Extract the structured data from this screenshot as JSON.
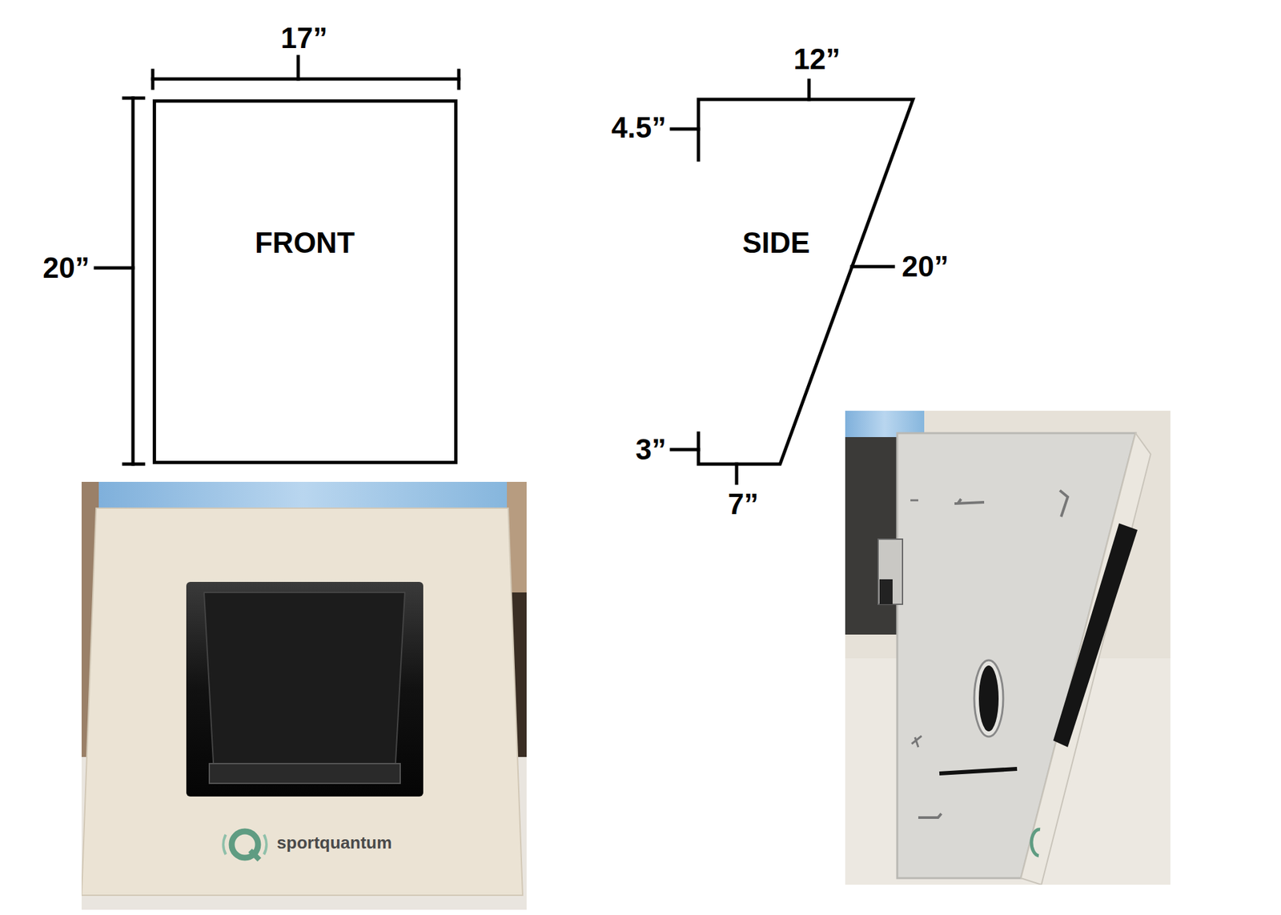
{
  "diagram": {
    "nodes": [
      {
        "text": [
          "FRONT"
        ]
      },
      {
        "text": [
          "SIDE"
        ]
      }
    ],
    "labels": [
      "17”",
      "20”",
      "12”",
      "4.5”",
      "20”",
      "3”",
      "7”",
      "sportquantum"
    ]
  }
}
